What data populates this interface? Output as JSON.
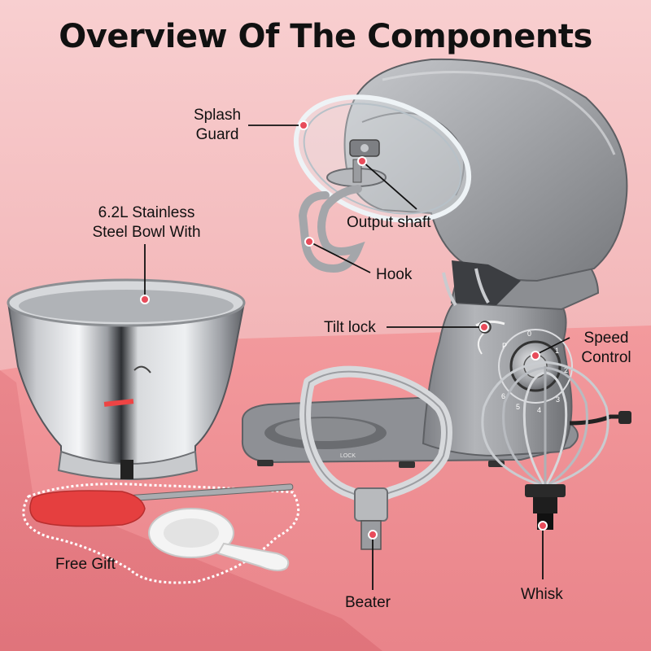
{
  "title": "Overview Of The Components",
  "labels": {
    "splash_guard": [
      "Splash",
      "Guard"
    ],
    "output_shaft": "Output shaft",
    "bowl": [
      "6.2L Stainless",
      "Steel Bowl With"
    ],
    "hook": "Hook",
    "tilt_lock": "Tilt lock",
    "speed_control": [
      "Speed",
      "Control"
    ],
    "free_gift": "Free Gift",
    "beater": "Beater",
    "whisk": "Whisk"
  },
  "base_printed_text": "LOCK",
  "dial_markings": [
    "0",
    "1",
    "2",
    "3",
    "4",
    "5",
    "6",
    "P"
  ],
  "colors": {
    "background_top": "#f6c5c6",
    "table_surface": "#ef8a8f",
    "table_front": "#e2707a",
    "mixer_body": "#9c9ea2",
    "callout_dot": "#e84b5a",
    "spatula": "#e53f3f"
  }
}
